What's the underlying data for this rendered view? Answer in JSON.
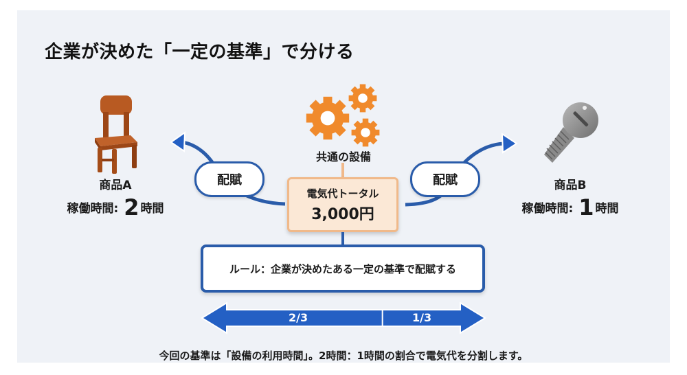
{
  "title": "企業が決めた「一定の基準」で分ける",
  "equipment": {
    "label": "共通の設備",
    "icon": "gears-icon",
    "color": "#f08a2c"
  },
  "total": {
    "label": "電気代トータル",
    "value": "3,000円"
  },
  "allocation_left": {
    "label": "配賦"
  },
  "allocation_right": {
    "label": "配賦"
  },
  "product_a": {
    "icon": "chair-icon",
    "name": "商品A",
    "hours_prefix": "稼働時間: ",
    "hours_value": "2",
    "hours_suffix": "時間"
  },
  "product_b": {
    "icon": "screw-icon",
    "name": "商品B",
    "hours_prefix": "稼働時間: ",
    "hours_value": "1",
    "hours_suffix": "時間"
  },
  "rule": {
    "text": "ルール：企業が決めたある一定の基準で配賦する"
  },
  "ratio_bar": {
    "left_label": "2/3",
    "right_label": "1/3",
    "left_fraction": 0.6667,
    "right_fraction": 0.3333,
    "color": "#2460c4"
  },
  "note": "今回の基準は「設備の利用時間」。2時間：1時間の割合で電気代を分割します。",
  "colors": {
    "accent_blue": "#2a5caa",
    "orange": "#f08a2c",
    "box_fill": "#fbe8d6",
    "box_border": "#f0b98a",
    "background": "#eff2f7"
  }
}
